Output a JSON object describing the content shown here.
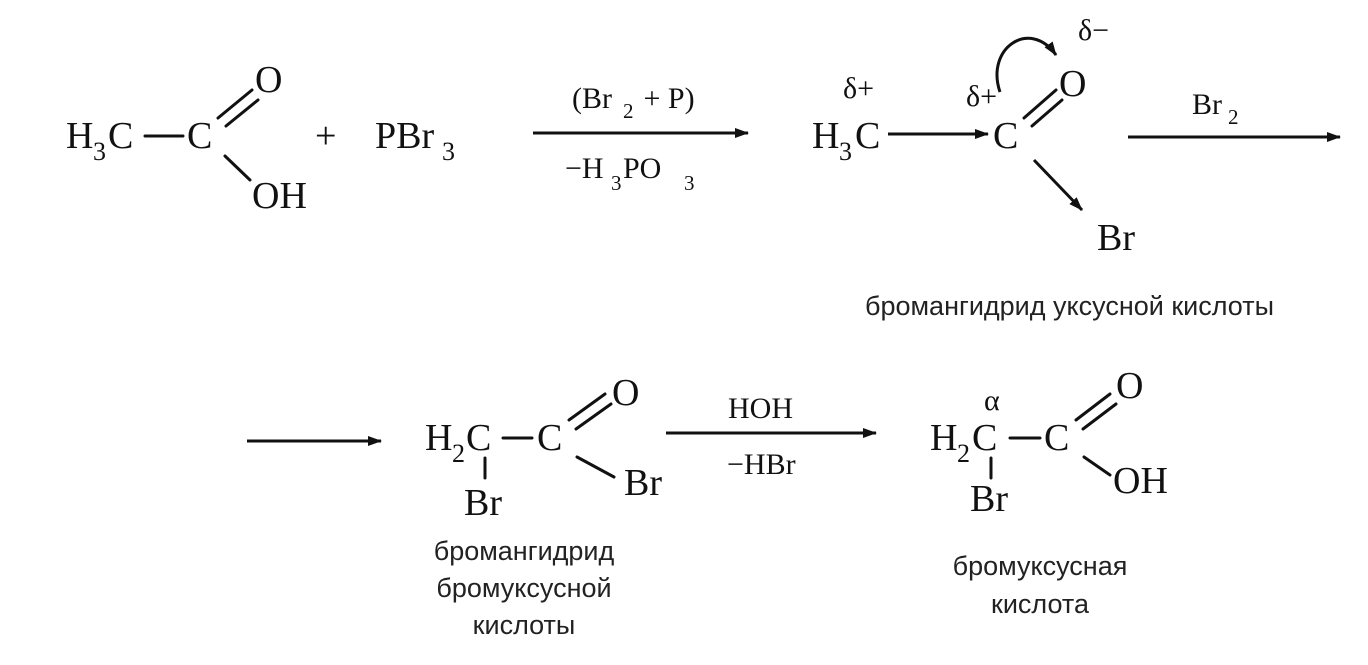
{
  "reactant1": {
    "h3c": {
      "h": "H",
      "sub": "3",
      "c": "C"
    },
    "c": "C",
    "o": "O",
    "oh": "OH"
  },
  "plus": "+",
  "reactant2": {
    "p": "PBr",
    "sub": "3"
  },
  "step1": {
    "above": {
      "open": "(Br",
      "br_sub": "2",
      "rest": " + P)"
    },
    "below": {
      "pre": "−H",
      "h_sub": "3",
      "po": "PO",
      "o_sub": "3"
    }
  },
  "intermediate": {
    "delta_plus_1": "δ+",
    "delta_plus_2": "δ+",
    "delta_minus": "δ−",
    "h3c": {
      "h": "H",
      "sub": "3",
      "c": "C"
    },
    "c": "C",
    "o": "O",
    "br": "Br",
    "caption": "бромангидрид уксусной кислоты"
  },
  "step2": {
    "above": "Br",
    "above_sub": "2"
  },
  "product1": {
    "h2c": {
      "h": "H",
      "sub": "2",
      "c": "C"
    },
    "c": "C",
    "o": "O",
    "br_side": "Br",
    "br_bottom": "Br",
    "caption": [
      "бромангидрид",
      "бромуксусной",
      "кислоты"
    ]
  },
  "step3": {
    "above": "HOH",
    "below": "−HBr"
  },
  "product2": {
    "alpha": "α",
    "h2c": {
      "h": "H",
      "sub": "2",
      "c": "C"
    },
    "c": "C",
    "o": "O",
    "oh": "OH",
    "br_bottom": "Br",
    "caption": [
      "бромуксусная",
      "кислота"
    ]
  }
}
